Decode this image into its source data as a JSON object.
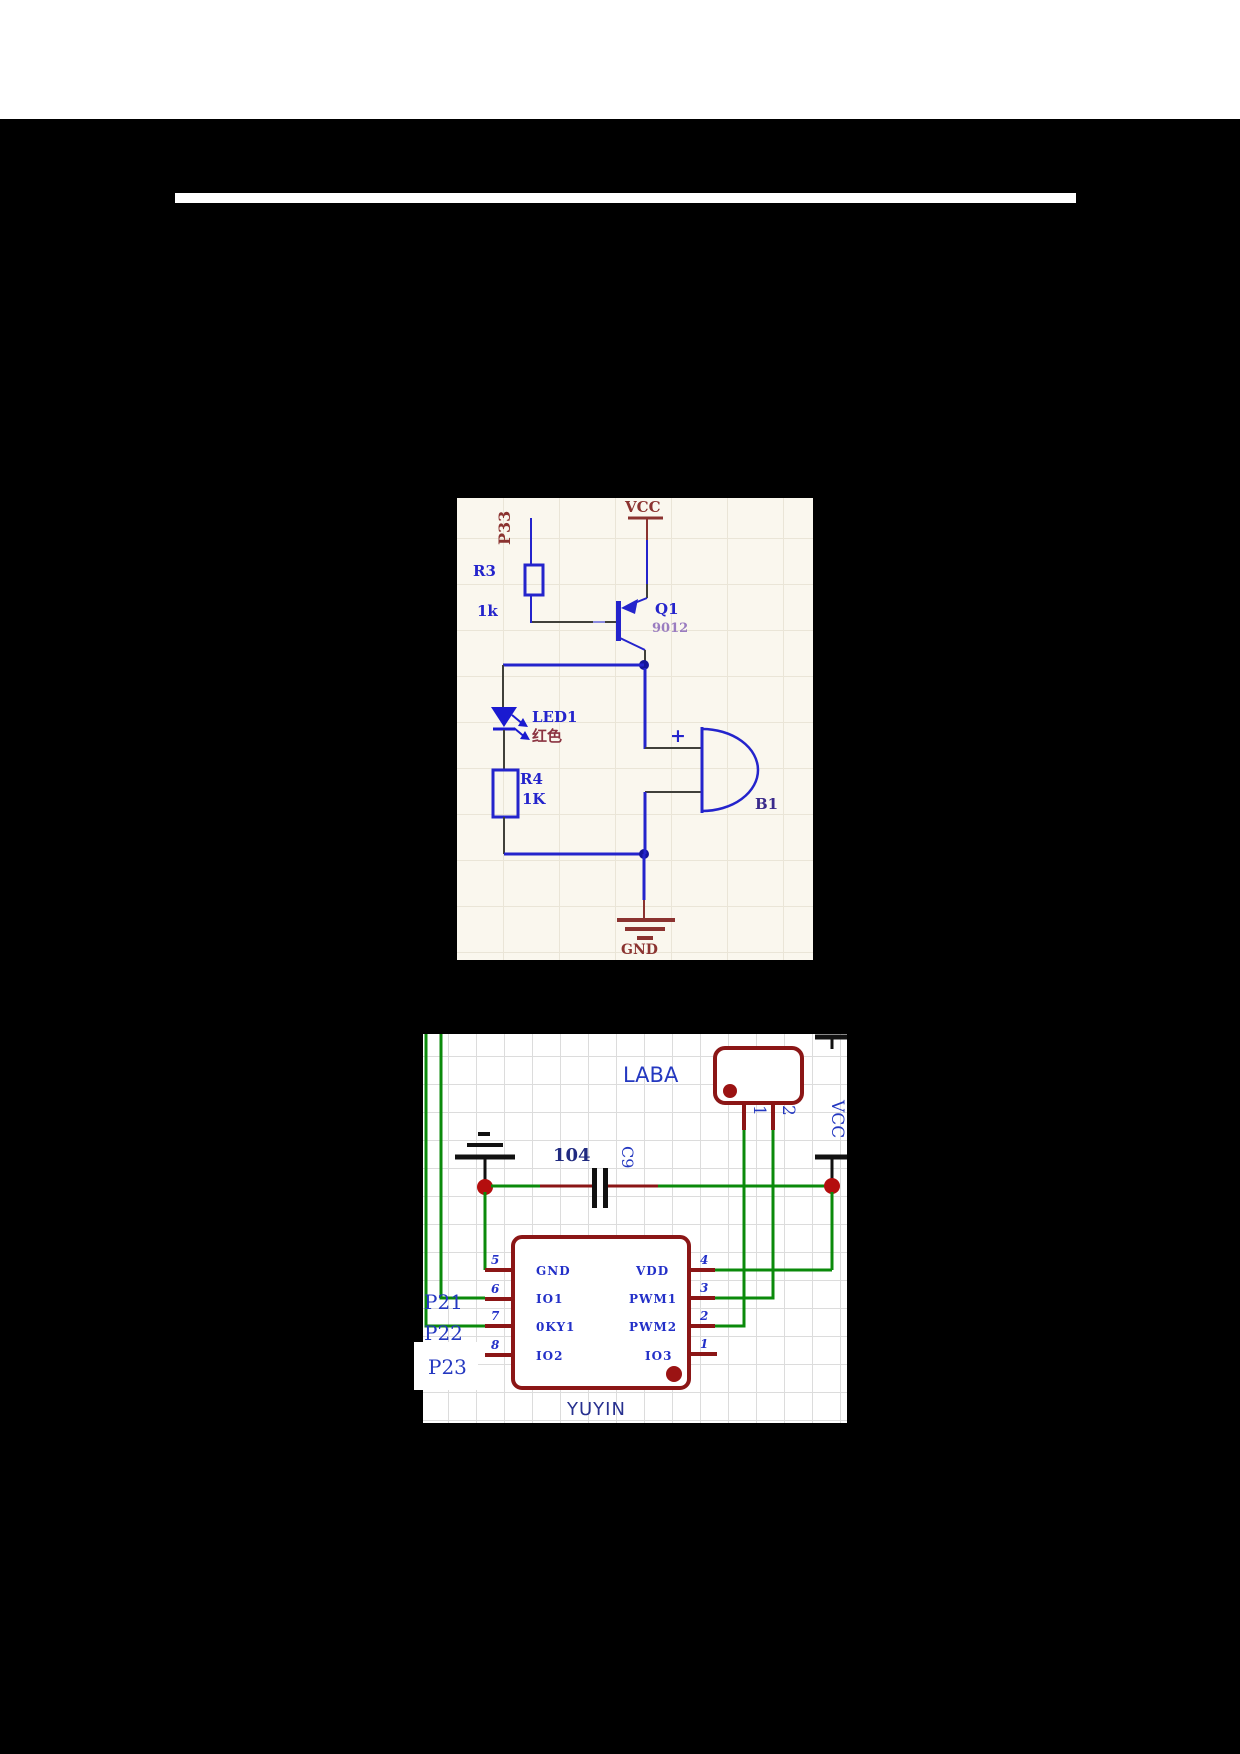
{
  "colors": {
    "page_bg": "#000000",
    "band": "#ffffff",
    "img1_bg": "#faf7ee",
    "img2_bg": "#ffffff",
    "wire_blue": "#2424cc",
    "wire_dark": "#40403a",
    "wire_green": "#0b8a0b",
    "component_dark_red": "#8b1616",
    "junction_red": "#b40e0e",
    "label_blue": "#2438c0",
    "label_dark_red": "#8b3330"
  },
  "circuit1": {
    "net_p33": "P33",
    "power_vcc": "VCC",
    "r3_ref": "R3",
    "r3_value": "1k",
    "q1_ref": "Q1",
    "q1_part": "9012",
    "led_ref": "LED1",
    "led_note": "红色",
    "r4_ref": "R4",
    "r4_value": "1K",
    "buzzer_plus": "+",
    "buzzer_ref": "B1",
    "power_gnd": "GND"
  },
  "circuit2": {
    "speaker_label": "LABA",
    "speaker_pin1": "1",
    "speaker_pin2": "2",
    "power_vcc": "VCC",
    "cap_value": "104",
    "cap_ref": "C9",
    "net_p21": "P21",
    "net_p22": "P22",
    "net_p23": "P23",
    "chip_label": "YUYIN",
    "chip_left_pins": [
      {
        "num": "5",
        "name": "GND"
      },
      {
        "num": "6",
        "name": "IO1"
      },
      {
        "num": "7",
        "name": "0KY1"
      },
      {
        "num": "8",
        "name": "IO2"
      }
    ],
    "chip_right_pins": [
      {
        "num": "4",
        "name": "VDD"
      },
      {
        "num": "3",
        "name": "PWM1"
      },
      {
        "num": "2",
        "name": "PWM2"
      },
      {
        "num": "1",
        "name": "IO3"
      }
    ]
  }
}
